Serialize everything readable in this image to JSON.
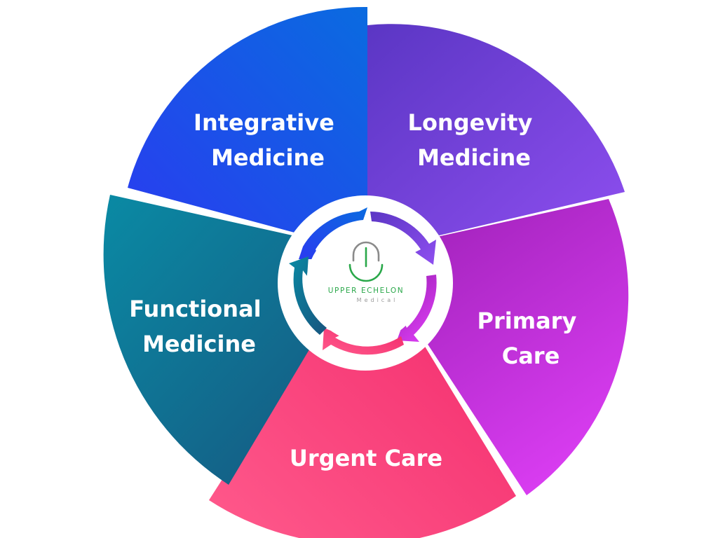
{
  "diagram": {
    "segments": [
      {
        "id": "integrative",
        "lines": [
          "Integrative",
          "Medicine"
        ],
        "colors": [
          "#2a3bf0",
          "#0a6be0"
        ]
      },
      {
        "id": "longevity",
        "lines": [
          "Longevity",
          "Medicine"
        ],
        "colors": [
          "#5b36c4",
          "#8f4ff0"
        ]
      },
      {
        "id": "primary",
        "lines": [
          "Primary",
          "Care"
        ],
        "colors": [
          "#9a1fb4",
          "#d83cf0"
        ]
      },
      {
        "id": "urgent",
        "lines": [
          "Urgent Care"
        ],
        "colors": [
          "#f2286a",
          "#ff5a8c"
        ]
      },
      {
        "id": "functional",
        "lines": [
          "Functional",
          "Medicine"
        ],
        "colors": [
          "#0a8aa4",
          "#17547e"
        ]
      }
    ],
    "logo": {
      "name": "UPPER ECHELON",
      "sub": "Medical",
      "colors": {
        "green": "#2aa84a",
        "gray": "#8a8a8a"
      }
    }
  }
}
